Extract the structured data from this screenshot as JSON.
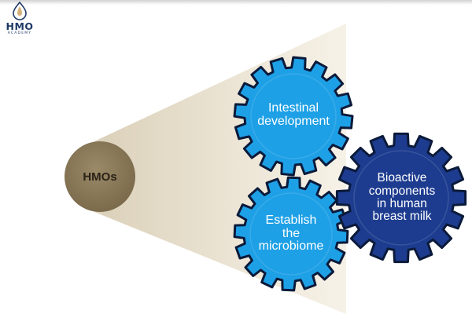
{
  "logo": {
    "text": "HMO",
    "subtext": "ACADEMY"
  },
  "hub": {
    "label": "HMOs",
    "color": "#8a7a5a"
  },
  "gears": [
    {
      "id": "intestinal",
      "label": "Intestinal\ndevelopment",
      "color": "#1ea0e6"
    },
    {
      "id": "microbiome",
      "label": "Establish\nthe\nmicrobiome",
      "color": "#1ea0e6"
    },
    {
      "id": "bioactive",
      "label": "Bioactive\ncomponents\nin human\nbreast milk",
      "color": "#1d3c8f"
    }
  ],
  "colors": {
    "beam": "#e9e1cf",
    "gear_outline": "#0b1a3a",
    "logo": "#1e3a66"
  }
}
